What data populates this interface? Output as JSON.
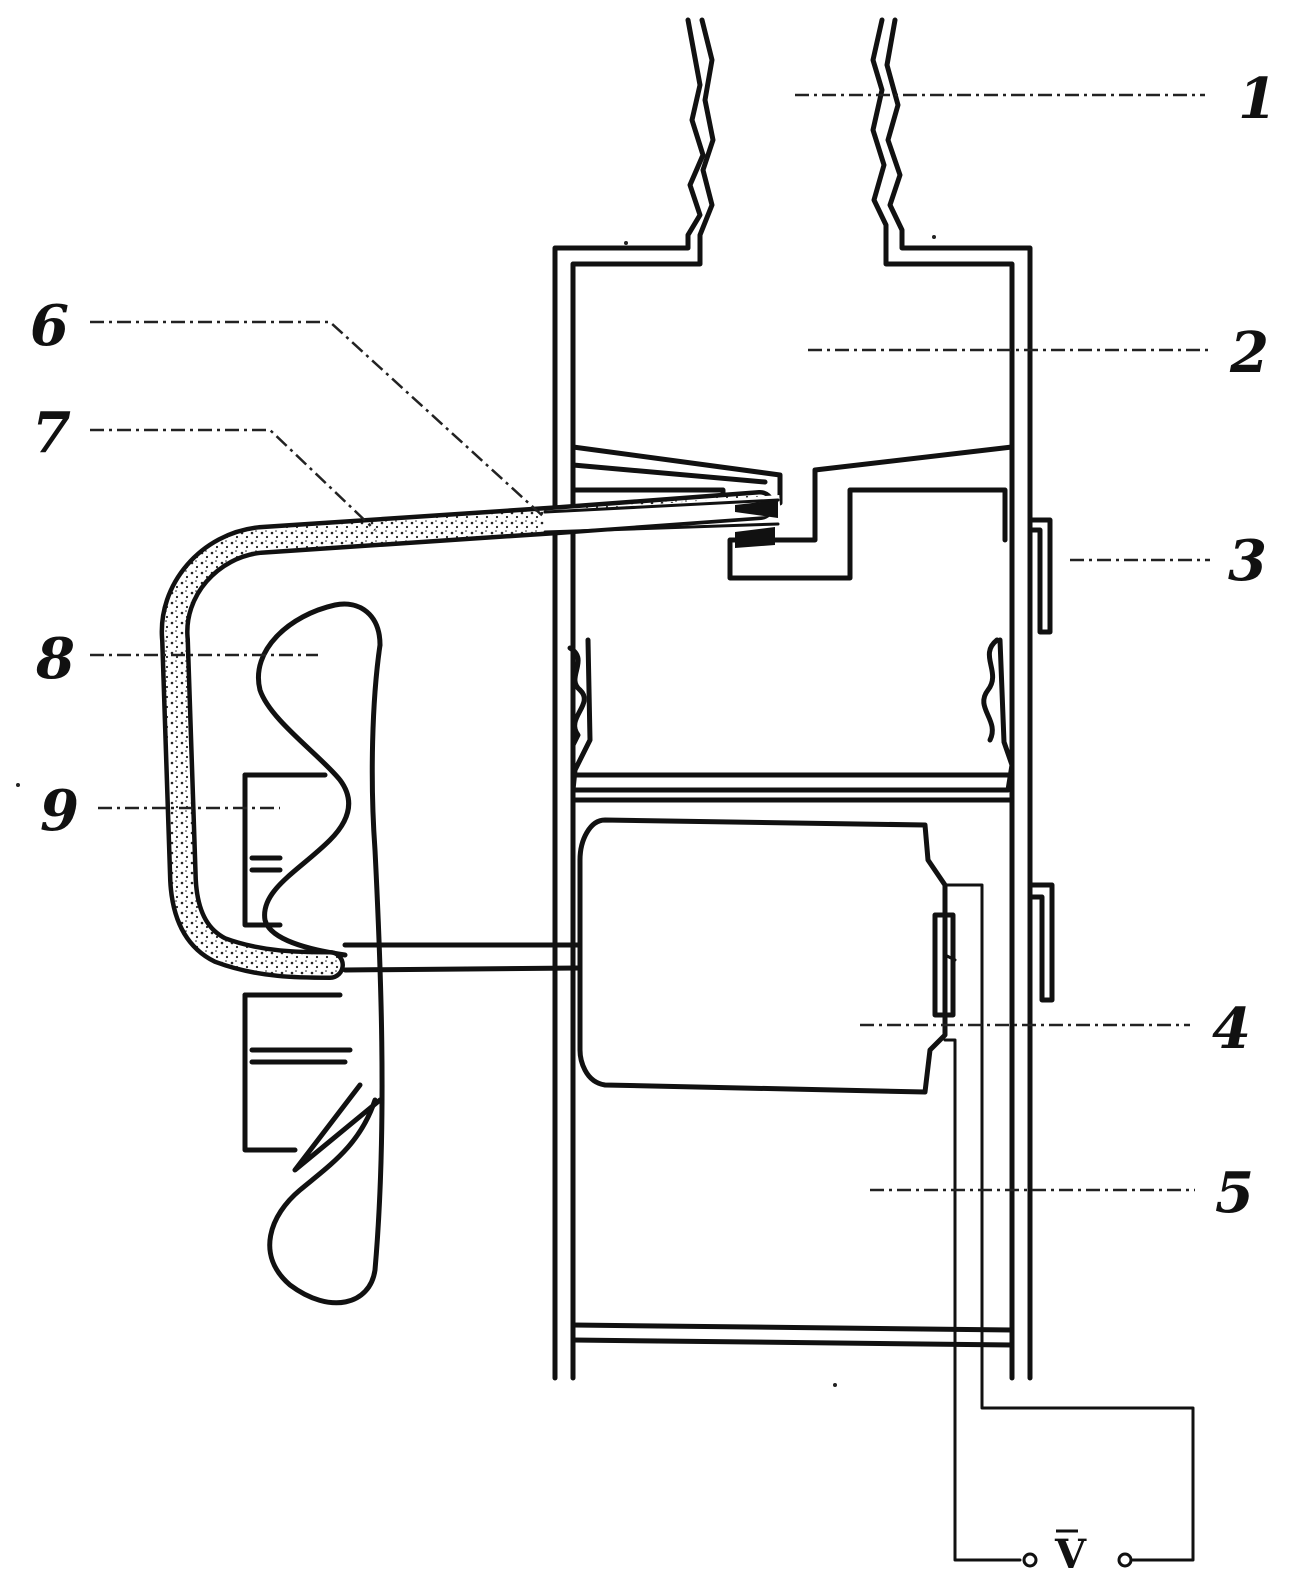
{
  "labels": {
    "l1": "1",
    "l2": "2",
    "l3": "3",
    "l4": "4",
    "l5": "5",
    "l6": "6",
    "l7": "7",
    "l8": "8",
    "l9": "9"
  },
  "supply": {
    "symbol": "V"
  },
  "colors": {
    "ink": "#111111",
    "paper": "#ffffff"
  }
}
